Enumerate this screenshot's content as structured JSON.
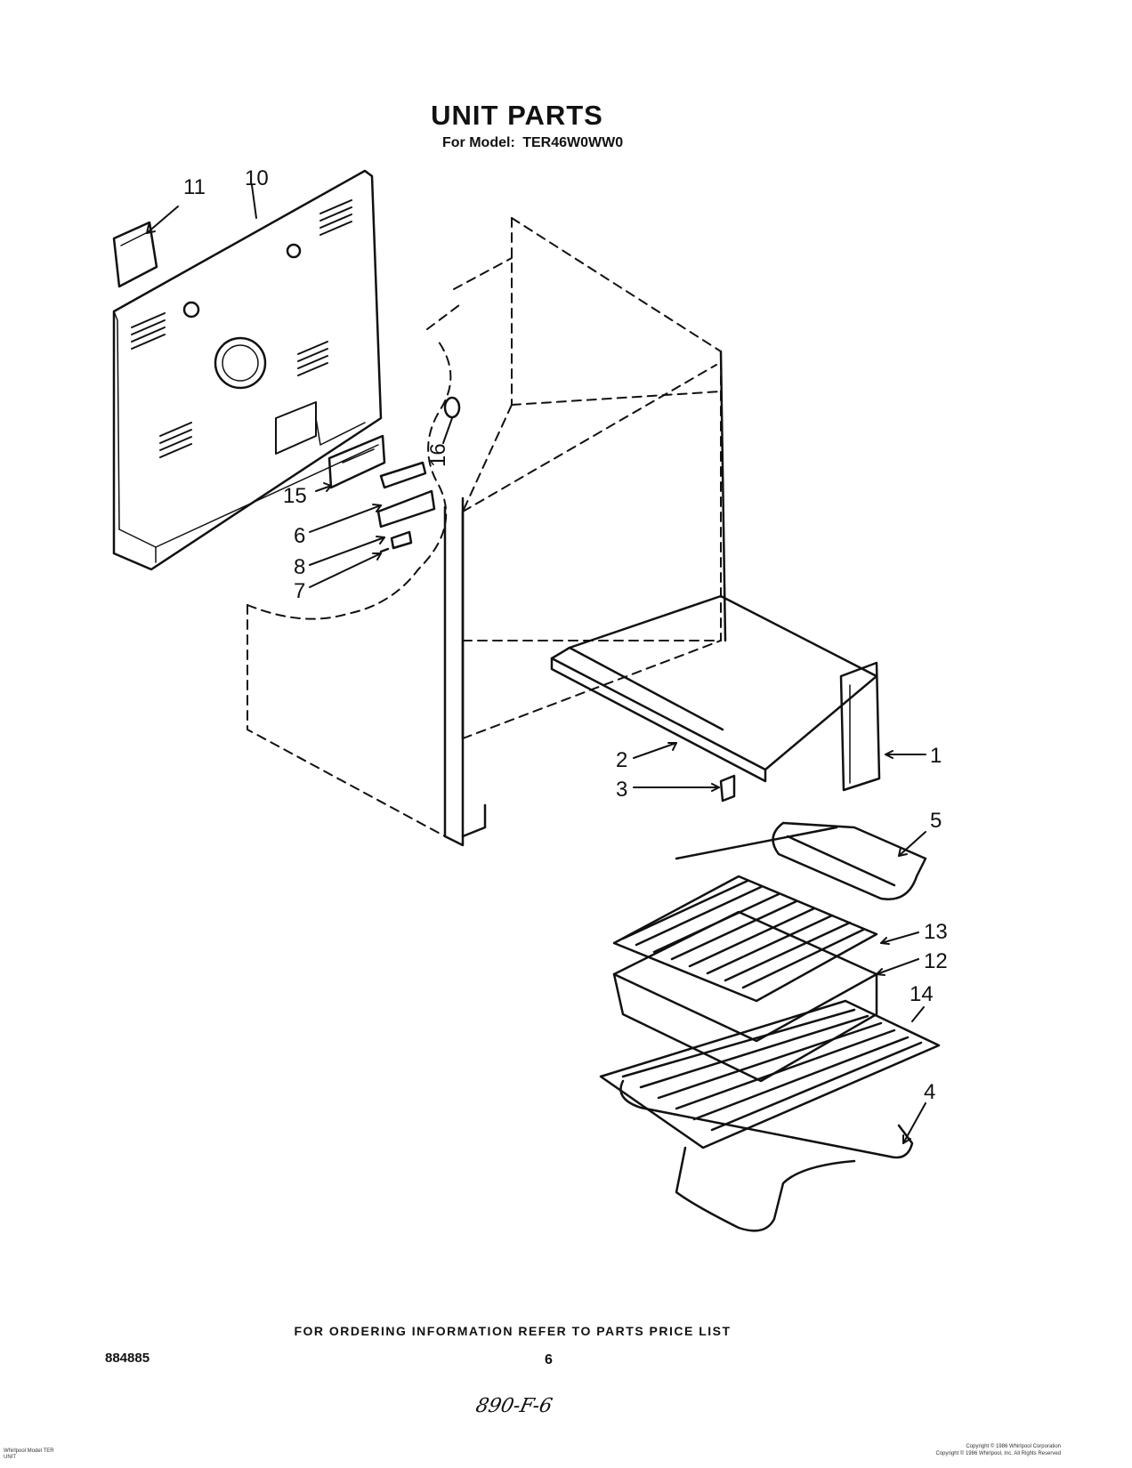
{
  "header": {
    "title": "UNIT PARTS",
    "model_prefix": "For Model:",
    "model": "TER46W0WW0"
  },
  "callouts": {
    "c1": "1",
    "c2": "2",
    "c3": "3",
    "c4": "4",
    "c5": "5",
    "c6": "6",
    "c7": "7",
    "c8": "8",
    "c10": "10",
    "c11": "11",
    "c12": "12",
    "c13": "13",
    "c14": "14",
    "c15": "15",
    "c16": "16"
  },
  "footer": {
    "ordering_note": "FOR ORDERING INFORMATION REFER TO PARTS PRICE LIST",
    "document_number": "884885",
    "page_number": "6",
    "handwritten_mark": "890-F-6",
    "tiny_left_line1": "Whirlpool Model TER",
    "tiny_left_line2": "UNIT",
    "tiny_right_line1": "Copyright © 1986 Whirlpool Corporation",
    "tiny_right_line2": "Copyright © 1986 Whirlpool, Inc. All Rights Reserved"
  },
  "colors": {
    "ink": "#111111",
    "paper": "#ffffff"
  }
}
